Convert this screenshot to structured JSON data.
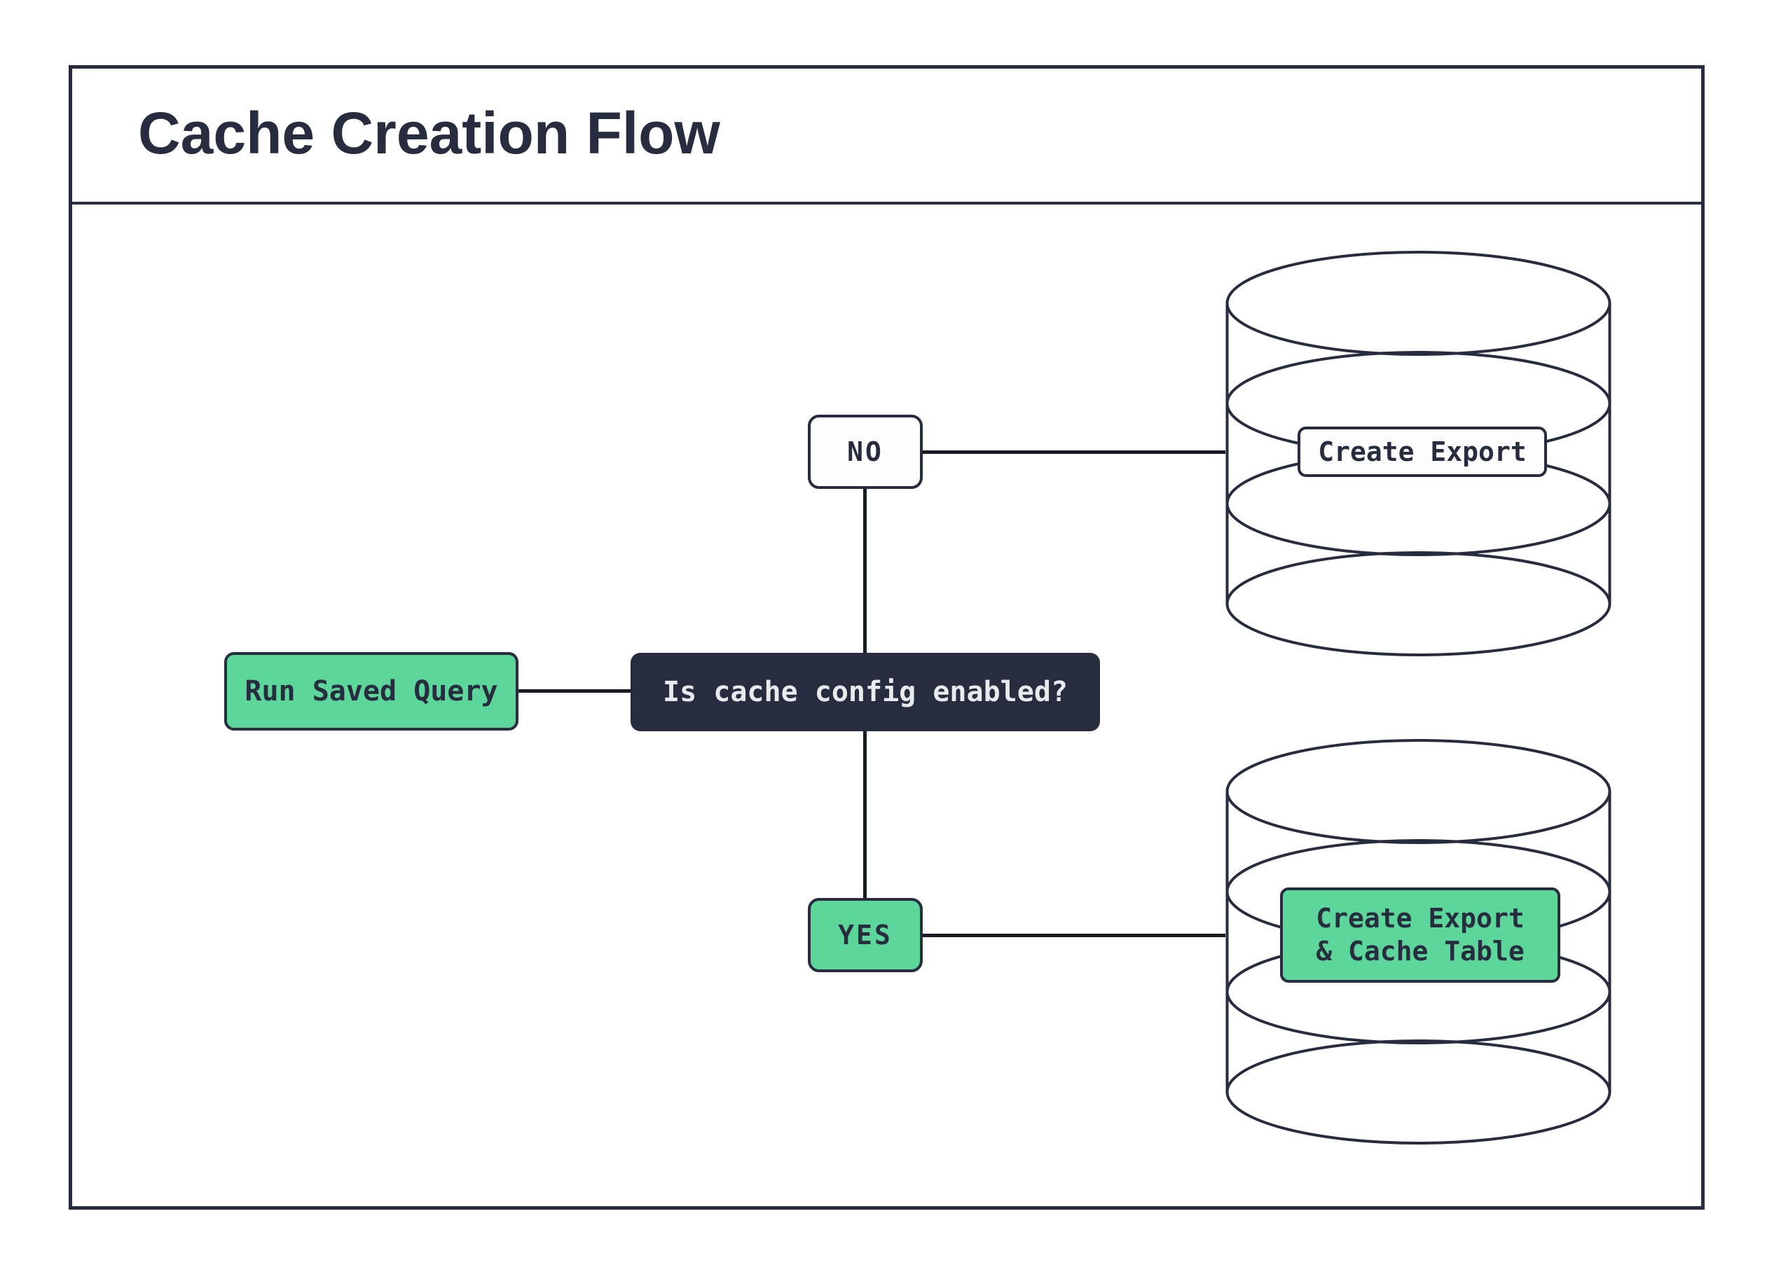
{
  "title": "Cache Creation Flow",
  "colors": {
    "ink": "#272d3e",
    "green": "#5cd69b",
    "line": "#191c24",
    "paper": "#ffffff",
    "light_text": "#e8eaed"
  },
  "nodes": {
    "run": {
      "label": "Run Saved Query"
    },
    "decision": {
      "label": "Is cache config enabled?"
    },
    "no": {
      "label": "NO"
    },
    "yes": {
      "label": "YES"
    },
    "export_db": {
      "label": "Create Export"
    },
    "export_cache_db": {
      "label": "Create Export\n& Cache Table"
    }
  }
}
